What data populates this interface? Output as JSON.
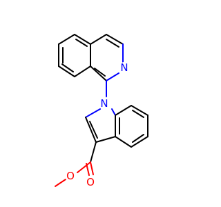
{
  "structure": {
    "atoms": {
      "n_isoquinoline": "N",
      "n_indole": "N",
      "o_carbonyl": "O",
      "o_ester": "O"
    }
  },
  "colors": {
    "background": "#ffffff",
    "bond": "#000000",
    "nitrogen": "#0000ff",
    "oxygen": "#ff0000"
  }
}
